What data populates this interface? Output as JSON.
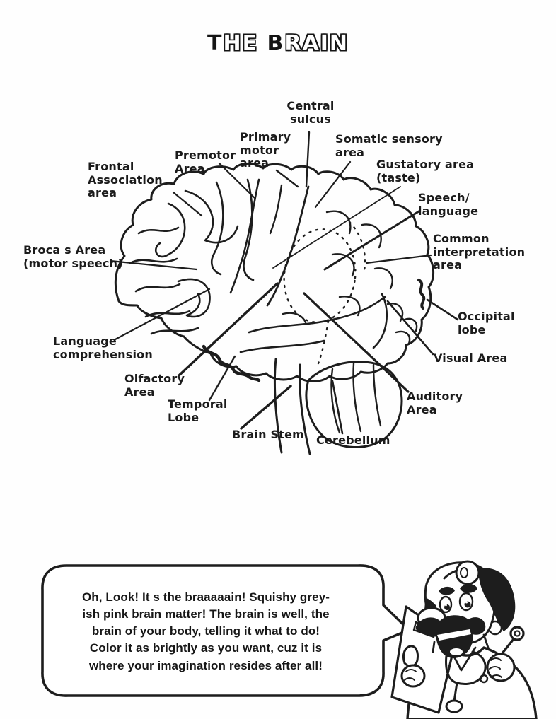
{
  "title": {
    "parts": [
      "T",
      "HE ",
      "B",
      "RAIN"
    ],
    "full": "THE BRAIN"
  },
  "diagram": {
    "labels": {
      "central_sulcus": "Central\nsulcus",
      "primary_motor": "Primary\nmotor\narea",
      "somatic_sensory": "Somatic sensory\narea",
      "premotor": "Premotor\nArea",
      "gustatory": "Gustatory area\n(taste)",
      "frontal_association": "Frontal\nAssociation\narea",
      "speech_language": "Speech/\nlanguage",
      "common_interpretation": "Common\ninterpretation\narea",
      "brocas": "Broca s Area\n(motor speech)",
      "occipital": "Occipital\nlobe",
      "visual": "Visual Area",
      "language_comprehension": "Language\ncomprehension",
      "olfactory": "Olfactory\nArea",
      "temporal": "Temporal\nLobe",
      "brain_stem": "Brain Stem",
      "cerebellum": "Cerebellum",
      "auditory": "Auditory\nArea"
    }
  },
  "speech_bubble": {
    "text": "Oh, Look! It s the braaaaain!  Squishy grey-\nish pink brain matter!  The brain is well, the\nbrain of your body, telling it what to do!\nColor it as brightly as you want, cuz it is\nwhere your imagination resides after all!"
  },
  "character": {
    "description": "cartoon doctor with head mirror, clipboard and reflex tool"
  },
  "colors": {
    "ink": "#1d1d1d",
    "paper": "#fefefe"
  }
}
